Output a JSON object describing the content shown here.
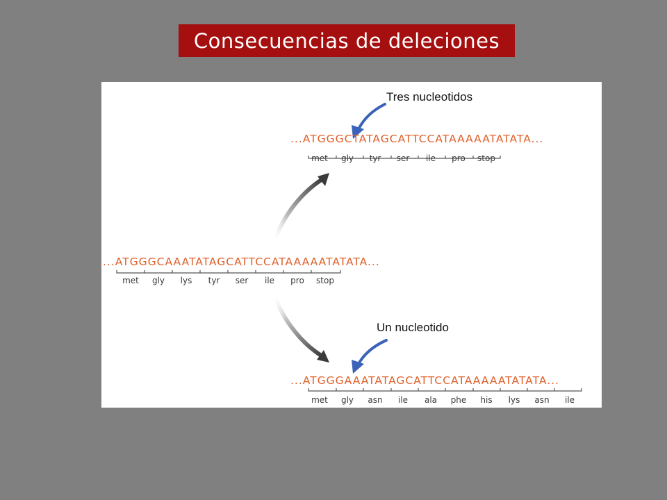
{
  "title": "Consecuencias de deleciones",
  "labels": {
    "three": "Tres nucleotidos",
    "one": "Un nucleotido"
  },
  "original": {
    "sequence": "...ATGGGCAAATATAGCATTCCATAAAAATATATA...",
    "codons": [
      "met",
      "gly",
      "lys",
      "tyr",
      "ser",
      "ile",
      "pro",
      "stop"
    ]
  },
  "three_deletion": {
    "sequence": "...ATGGGCTATAGCATTCCATAAAAATATATA...",
    "codons": [
      "met",
      "gly",
      "tyr",
      "ser",
      "ile",
      "pro",
      "stop"
    ]
  },
  "one_deletion": {
    "sequence": "...ATGGGAAATATAGCATTCCATAAAAATATATA...",
    "codons": [
      "met",
      "gly",
      "asn",
      "ile",
      "ala",
      "phe",
      "his",
      "lys",
      "asn",
      "ile"
    ]
  },
  "colors": {
    "title_bg": "#a50f0f",
    "sequence": "#e0602a",
    "deletion_arrow": "#3a62b8",
    "background": "#808080"
  },
  "icons": [
    "curved-arrow-up",
    "curved-arrow-down",
    "deletion-arrow-icon"
  ]
}
